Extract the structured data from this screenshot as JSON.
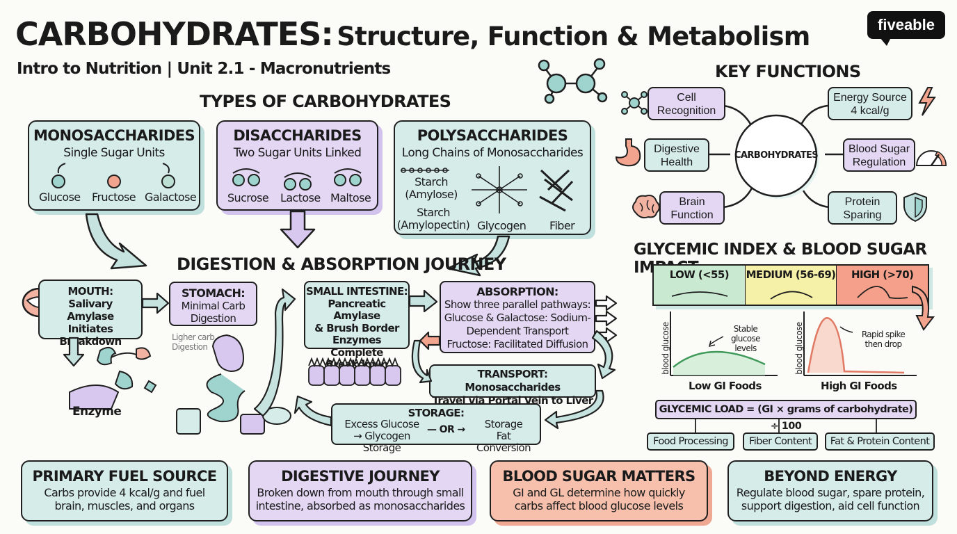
{
  "header": {
    "title_bold": "CARBOHYDRATES:",
    "title_rest": "Structure, Function & Metabolism",
    "subtitle": "Intro to Nutrition | Unit 2.1 - Macronutrients",
    "brand": "fiveable"
  },
  "types": {
    "heading": "TYPES OF CARBOHYDRATES",
    "mono": {
      "title": "MONOSACCHARIDES",
      "desc": "Single Sugar Units",
      "items": [
        "Glucose",
        "Fructose",
        "Galactose"
      ]
    },
    "di": {
      "title": "DISACCHARIDES",
      "desc": "Two Sugar Units Linked",
      "items": [
        "Sucrose",
        "Lactose",
        "Maltose"
      ]
    },
    "poly": {
      "title": "POLYSACCHARIDES",
      "desc": "Long Chains of Monosaccharides",
      "items": [
        "Starch\n(Amylose)",
        "Starch\n(Amylopectin)",
        "Glycogen",
        "Fiber"
      ]
    }
  },
  "digestion": {
    "heading": "DIGESTION & ABSORPTION JOURNEY",
    "mouth": "MOUTH:\nSalivary\nAmylase\nInitiates Breakdown",
    "enzyme": "Enzyme",
    "stomach_title": "STOMACH:",
    "stomach_desc": "Minimal Carb\nDigestion",
    "stomach_note": "Ligher carb\nDigestion",
    "small_intestine": "SMALL INTESTINE:\nPancreatic Amylase\n& Brush Border\nEnzymes Complete\nBreakdown",
    "absorption_title": "ABSORPTION:",
    "absorption_lines": [
      "Show three parallel pathways:",
      "Glucose & Galactose: Sodium-",
      "Dependent Transport",
      "Fructose: Facilitated Diffusion"
    ],
    "transport": "TRANSPORT: Monosaccharides\nTravel via Portal Vein to Liver",
    "storage_title": "STORAGE:",
    "storage_left": "Excess Glucose\n→ Glycogen Storage",
    "storage_or": "— OR →",
    "storage_right": "Storage\nFat Conversion"
  },
  "functions": {
    "heading": "KEY FUNCTIONS",
    "center": "CARBOHYDRATES",
    "items": [
      "Cell\nRecognition",
      "Energy Source\n4 kcal/g",
      "Digestive\nHealth",
      "Blood Sugar\nRegulation",
      "Brain\nFunction",
      "Protein\nSparing"
    ]
  },
  "glycemic": {
    "heading": "GLYCEMIC INDEX & BLOOD SUGAR IMPACT",
    "bands": [
      "LOW (<55)",
      "MEDIUM (56-69)",
      "HIGH (>70)"
    ],
    "band_colors": [
      "#c9ead0",
      "#f6f1a8",
      "#f5a08a"
    ],
    "low_chart": {
      "ylabel": "blood glucose",
      "xlabel": "Low GI Foods",
      "note": "Stable\nglucose\nlevels"
    },
    "high_chart": {
      "ylabel": "blood glucose",
      "xlabel": "High GI Foods",
      "note": "Rapid spike\nthen drop"
    },
    "load_formula": "GLYCEMIC LOAD = (GI × grams of carbohydrate) ÷ 100",
    "factors": [
      "Food Processing",
      "Fiber Content",
      "Fat & Protein Content"
    ]
  },
  "summary": [
    {
      "title": "PRIMARY FUEL SOURCE",
      "text": "Carbs provide 4 kcal/g and fuel\nbrain, muscles, and organs"
    },
    {
      "title": "DIGESTIVE JOURNEY",
      "text": "Broken down from mouth through small\nintestine, absorbed as monosaccharides"
    },
    {
      "title": "BLOOD SUGAR MATTERS",
      "text": "GI and GL determine how quickly\ncarbs affect blood glucose levels"
    },
    {
      "title": "BEYOND ENERGY",
      "text": "Regulate blood sugar, spare protein,\nsupport digestion, aid cell function"
    }
  ]
}
